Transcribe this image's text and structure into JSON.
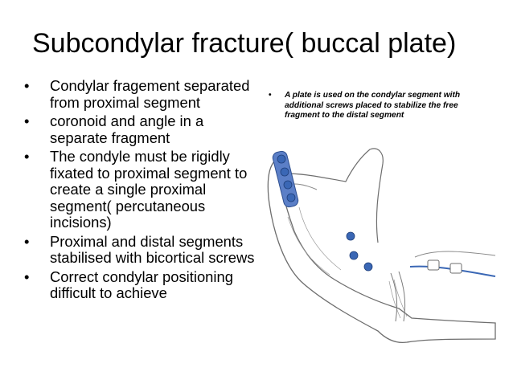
{
  "slide": {
    "title": "Subcondylar fracture( buccal plate)",
    "bullet_char": "•",
    "bullets": [
      "Condylar fragement separated from proximal segment",
      "coronoid and angle in a separate fragment",
      "The condyle must be rigidly fixated to proximal segment to create a single proximal segment( percutaneous incisions)",
      "Proximal and distal segments stabilised with bicortical screws",
      "Correct condylar positioning difficult to achieve"
    ],
    "note": "A plate is used on the condylar segment with additional screws placed to stabilize the free fragment to the distal segment"
  },
  "colors": {
    "screw": "#3a67b5",
    "plate": "#5b7fc7",
    "line": "#6e6e6e"
  },
  "icons": [
    "mandible-illustration",
    "bone-plate-icon",
    "screw-icon"
  ]
}
